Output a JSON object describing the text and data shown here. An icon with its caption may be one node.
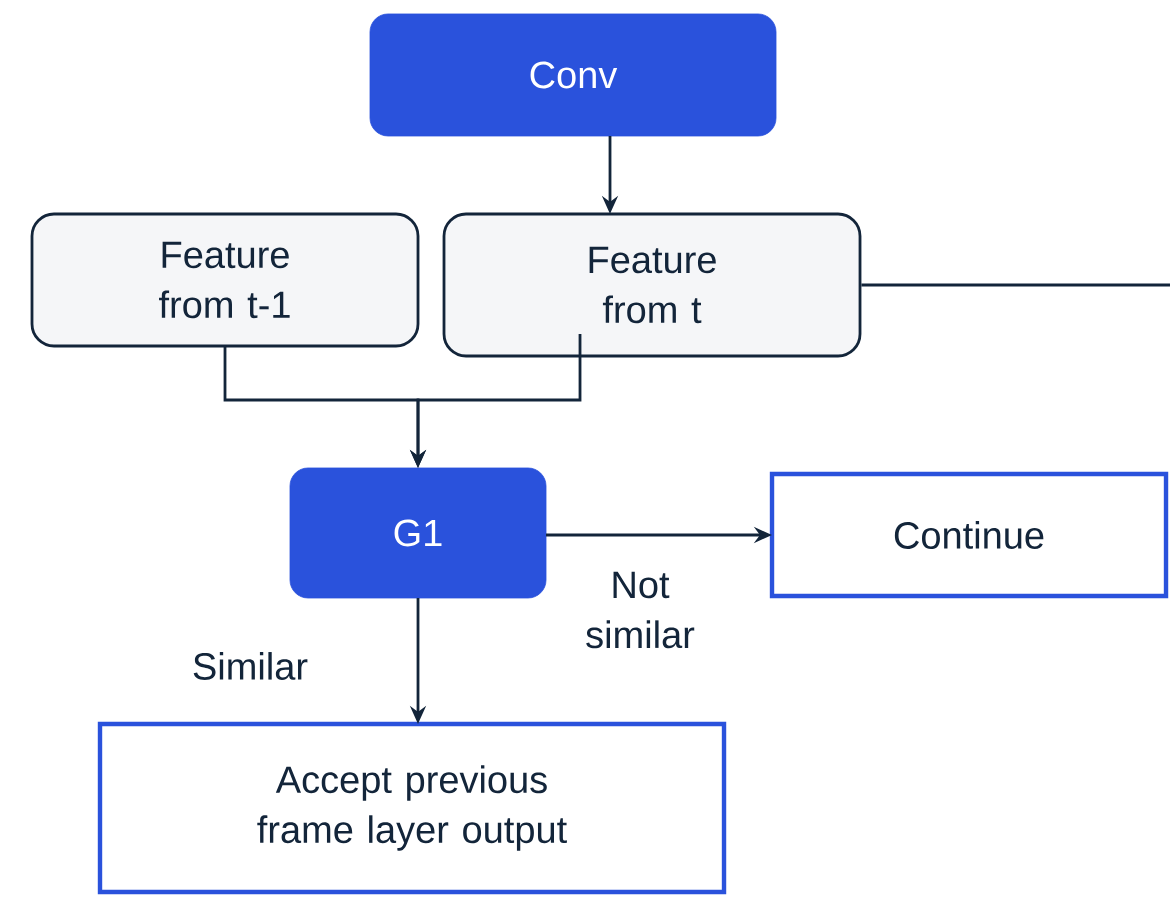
{
  "diagram": {
    "nodes": [
      {
        "text": [
          "Conv"
        ]
      },
      {
        "text": [
          "Feature from t-1"
        ]
      },
      {
        "text": [
          "Feature from t"
        ]
      },
      {
        "text": [
          "G1"
        ]
      },
      {
        "text": [
          "Continue"
        ]
      },
      {
        "text": [
          "Accept previous frame layer output"
        ]
      }
    ],
    "edges": [
      {
        "from": 0,
        "to": 2,
        "arrow": "to"
      },
      {
        "from": 1,
        "to": 3,
        "arrow": "to"
      },
      {
        "from": 2,
        "to": 3,
        "arrow": "to"
      },
      {
        "from": 3,
        "to": 4,
        "arrow": "to",
        "label": "Not similar"
      },
      {
        "from": 3,
        "to": 5,
        "arrow": "to",
        "label": "Similar"
      },
      {
        "from": 2,
        "to": null,
        "arrow": "none"
      }
    ]
  }
}
